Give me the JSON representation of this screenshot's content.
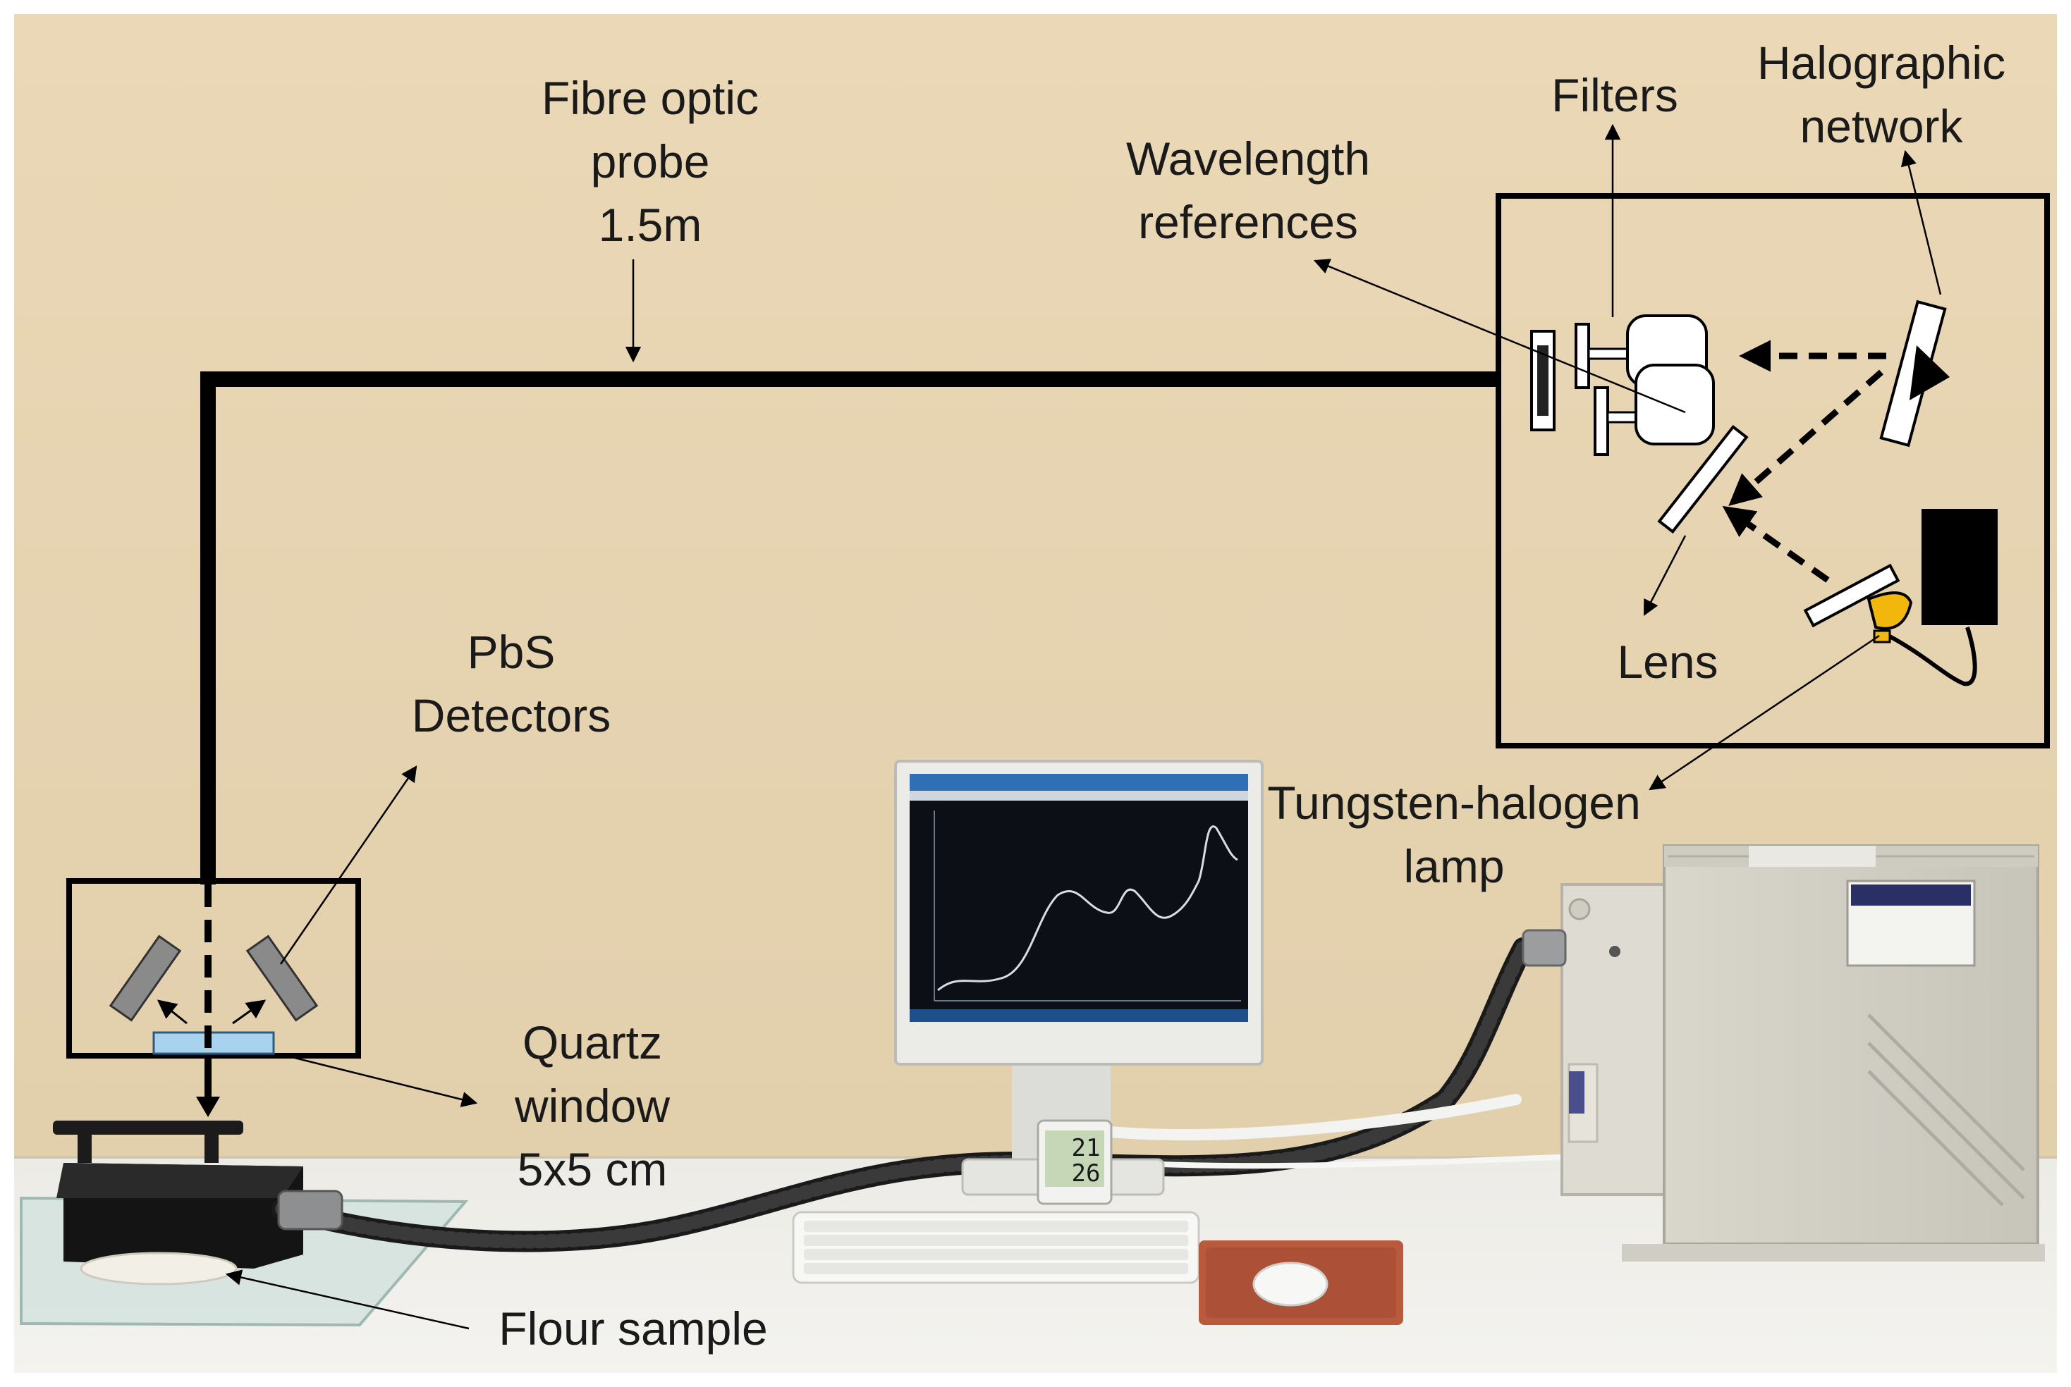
{
  "labels": {
    "fibre_line1": "Fibre optic",
    "fibre_line2": "probe",
    "fibre_line3": "1.5m",
    "wavelength_line1": "Wavelength",
    "wavelength_line2": "references",
    "filters": "Filters",
    "halographic_line1": "Halographic",
    "halographic_line2": "network",
    "lens": "Lens",
    "pbs_line1": "PbS",
    "pbs_line2": "Detectors",
    "tungsten_line1": "Tungsten-halogen",
    "tungsten_line2": "lamp",
    "quartz_line1": "Quartz",
    "quartz_line2": "window",
    "quartz_line3": "5x5 cm",
    "flour": "Flour sample"
  },
  "thermometer": {
    "top_value": "21",
    "bottom_value": "26"
  },
  "colors": {
    "wall": "#e9d7b6",
    "desk": "#efeeea",
    "lamp_accent": "#f2b70c",
    "quartz": "#a8d2ee",
    "ink": "#000000"
  }
}
